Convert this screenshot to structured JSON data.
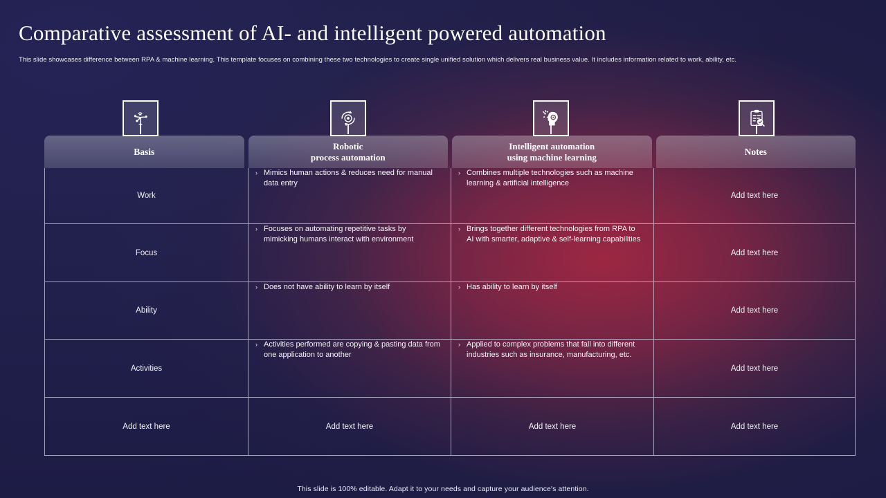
{
  "slide": {
    "title": "Comparative assessment of AI- and intelligent powered automation",
    "subtitle": "This slide showcases  difference between RPA & machine learning. This template focuses on combining these two technologies to create single unified solution which delivers real business value. It includes information related to work, ability, etc.",
    "footer": "This slide is 100% editable. Adapt it to your needs and capture your audience's attention."
  },
  "colors": {
    "background_navy": "#22214e",
    "accent_crimson": "#a8284 2",
    "header_text": "#ffffff",
    "border": "#d6d6eb"
  },
  "icons": [
    {
      "name": "iot-network-plant-icon",
      "column": "Basis"
    },
    {
      "name": "process-cycle-gear-icon",
      "column": "Robotic process automation"
    },
    {
      "name": "head-gear-ai-icon",
      "column": "Intelligent automation using machine learning"
    },
    {
      "name": "clipboard-check-search-icon",
      "column": "Notes"
    }
  ],
  "table": {
    "headers": [
      {
        "line1": "Basis",
        "line2": ""
      },
      {
        "line1": "Robotic",
        "line2": "process automation"
      },
      {
        "line1": "Intelligent automation",
        "line2": "using machine learning"
      },
      {
        "line1": "Notes",
        "line2": ""
      }
    ],
    "rows": [
      {
        "basis": "Work",
        "rpa": "Mimics human actions & reduces need for manual data entry",
        "ml": "Combines multiple technologies such as machine learning & artificial intelligence",
        "notes": "Add text here"
      },
      {
        "basis": "Focus",
        "rpa": "Focuses on automating repetitive  tasks by mimicking humans  interact with environment",
        "ml": "Brings together different  technologies from RPA to AI with smarter,  adaptive & self-learning capabilities",
        "notes": "Add text here"
      },
      {
        "basis": "Ability",
        "rpa": "Does not have   ability to learn  by itself",
        "ml": "Has ability to learn  by itself",
        "notes": "Add text here"
      },
      {
        "basis": "Activities",
        "rpa": "Activities performed  are copying & pasting data from  one application  to another",
        "ml": "Applied to complex problems that fall into different  industries  such as insurance, manufacturing,  etc.",
        "notes": "Add text here"
      },
      {
        "basis": "Add text here",
        "rpa": "Add text here",
        "ml": "Add text here",
        "notes": "Add text here"
      }
    ],
    "bullet_marker": "›"
  }
}
